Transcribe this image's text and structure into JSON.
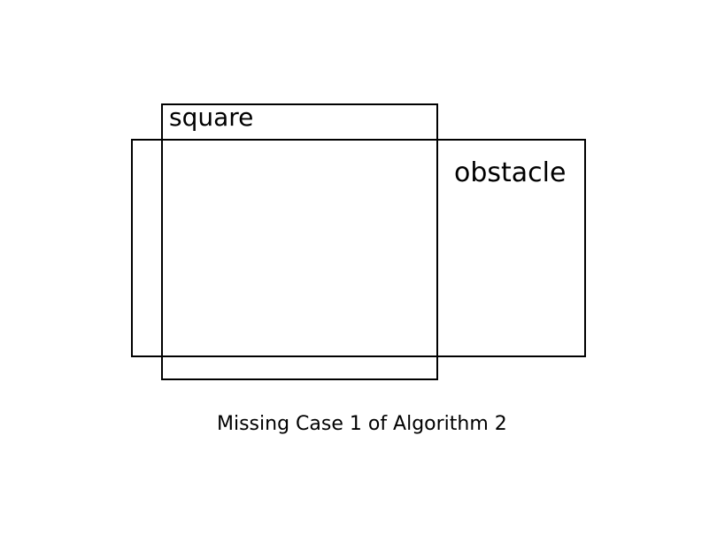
{
  "diagram": {
    "square": {
      "label": "square"
    },
    "obstacle": {
      "label": "obstacle"
    },
    "caption": "Missing Case 1 of Algorithm 2"
  },
  "colors": {
    "stroke": "#000000",
    "background": "#ffffff"
  }
}
